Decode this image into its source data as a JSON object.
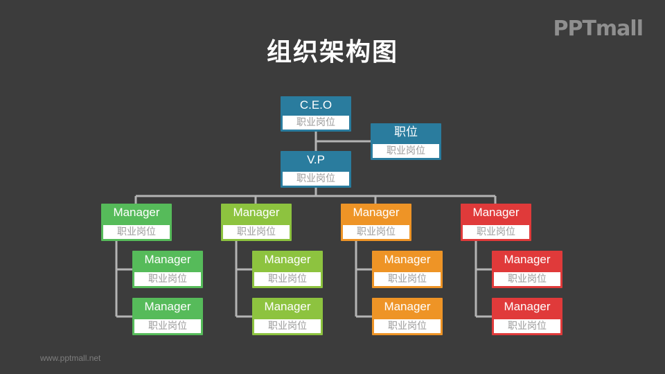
{
  "slide": {
    "title": "组织架构图",
    "logo_text": "PPTmall",
    "footer_url": "www.pptmall.net"
  },
  "colors": {
    "background": "#3c3c3c",
    "executive": "#2a7c9e",
    "green": "#56bb5a",
    "lime": "#8dc33f",
    "orange": "#ee9426",
    "red": "#e03a3a",
    "connector": "#b4b4b4"
  },
  "org": {
    "ceo": {
      "name": "C.E.O",
      "role": "职业岗位"
    },
    "assistant": {
      "name": "职位",
      "role": "职业岗位"
    },
    "vp": {
      "name": "V.P",
      "role": "职业岗位"
    },
    "branches": [
      {
        "color": "green",
        "manager": {
          "name": "Manager",
          "role": "职业岗位"
        },
        "reports": [
          {
            "name": "Manager",
            "role": "职业岗位"
          },
          {
            "name": "Manager",
            "role": "职业岗位"
          }
        ]
      },
      {
        "color": "lime",
        "manager": {
          "name": "Manager",
          "role": "职业岗位"
        },
        "reports": [
          {
            "name": "Manager",
            "role": "职业岗位"
          },
          {
            "name": "Manager",
            "role": "职业岗位"
          }
        ]
      },
      {
        "color": "orange",
        "manager": {
          "name": "Manager",
          "role": "职业岗位"
        },
        "reports": [
          {
            "name": "Manager",
            "role": "职业岗位"
          },
          {
            "name": "Manager",
            "role": "职业岗位"
          }
        ]
      },
      {
        "color": "red",
        "manager": {
          "name": "Manager",
          "role": "职业岗位"
        },
        "reports": [
          {
            "name": "Manager",
            "role": "职业岗位"
          },
          {
            "name": "Manager",
            "role": "职业岗位"
          }
        ]
      }
    ]
  }
}
